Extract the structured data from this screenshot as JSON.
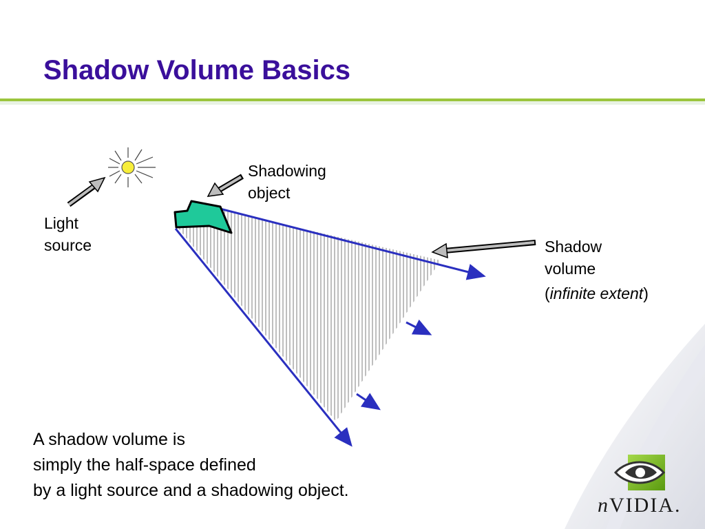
{
  "slide": {
    "title": "Shadow Volume Basics"
  },
  "labels": {
    "light_source": [
      "Light",
      "source"
    ],
    "shadowing_object": [
      "Shadowing",
      "object"
    ],
    "shadow_volume": [
      "Shadow",
      "volume"
    ],
    "shadow_volume_note_prefix": "(",
    "shadow_volume_note": "infinite extent",
    "shadow_volume_note_suffix": ")"
  },
  "caption": [
    "A shadow volume is",
    "simply the half-space defined",
    "by a light source and a shadowing object."
  ],
  "logo": {
    "brand": "VIDIA",
    "brand_n": "n",
    "suffix": "."
  },
  "colors": {
    "title": "#3a0f9b",
    "title_rule": "#9bc53d",
    "volume_edge": "#2a2fbf",
    "object_fill": "#1fc99a",
    "light_fill": "#f7ee3a",
    "logo_green": "#76b900"
  }
}
